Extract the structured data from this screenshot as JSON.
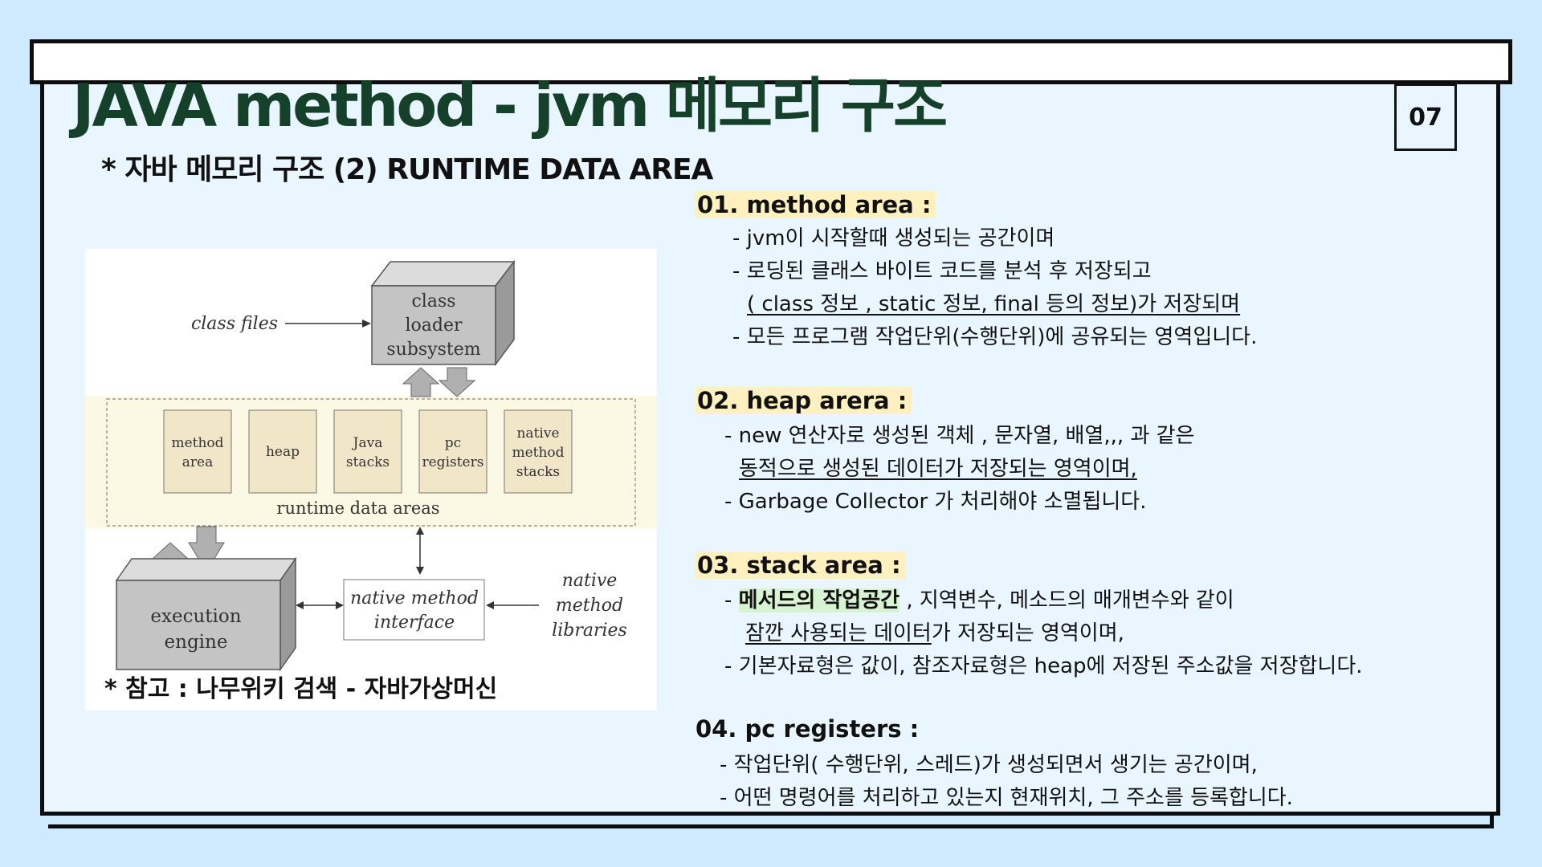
{
  "title": "JAVA method - jvm 메모리 구조",
  "subtitle": "* 자바 메모리 구조 (2)  RUNTIME DATA AREA",
  "page_number": "07",
  "diagram": {
    "class_files": "class files",
    "class_loader": [
      "class",
      "loader",
      "subsystem"
    ],
    "areas": [
      [
        "method",
        "area"
      ],
      [
        "heap"
      ],
      [
        "Java",
        "stacks"
      ],
      [
        "pc",
        "registers"
      ],
      [
        "native",
        "method",
        "stacks"
      ]
    ],
    "runtime_label": "runtime data areas",
    "execution_engine": [
      "execution",
      "engine"
    ],
    "native_interface": [
      "native method",
      "interface"
    ],
    "native_libraries": [
      "native",
      "method",
      "libraries"
    ]
  },
  "reference_note": "* 참고 : 나무위키 검색   - 자바가상머신",
  "sections": [
    {
      "heading": "01.  method area :",
      "lines": [
        "- jvm이 시작할때 생성되는 공간이며",
        "- 로딩된 클래스 바이트 코드를 분석 후 저장되고",
        "( class 정보 , static 정보, final 등의 정보)가 저장되며",
        "- 모든 프로그램 작업단위(수행단위)에  공유되는 영역입니다."
      ]
    },
    {
      "heading": "02.  heap arera :",
      "lines": [
        "- new 연산자로 생성된 객체 , 문자열, 배열,,, 과 같은",
        "동적으로 생성된 데이터가  저장되는 영역이며,",
        "- Garbage Collector 가 처리해야 소멸됩니다."
      ]
    },
    {
      "heading": "03.  stack area  :",
      "lines": [
        "- ",
        "메서드의 작업공간",
        " , 지역변수, 메소드의 매개변수와 같이",
        "잠깐 사용되는  데이터",
        "가 저장되는 영역이며,",
        "- 기본자료형은  값이, 참조자료형은 heap에 저장된 주소값을 저장합니다."
      ]
    },
    {
      "heading": "04. pc registers :",
      "lines": [
        "-  작업단위( 수행단위, 스레드)가 생성되면서 생기는 공간이며,",
        "-  어떤 명령어를 처리하고 있는지 현재위치, 그 주소를 등록합니다."
      ]
    }
  ]
}
